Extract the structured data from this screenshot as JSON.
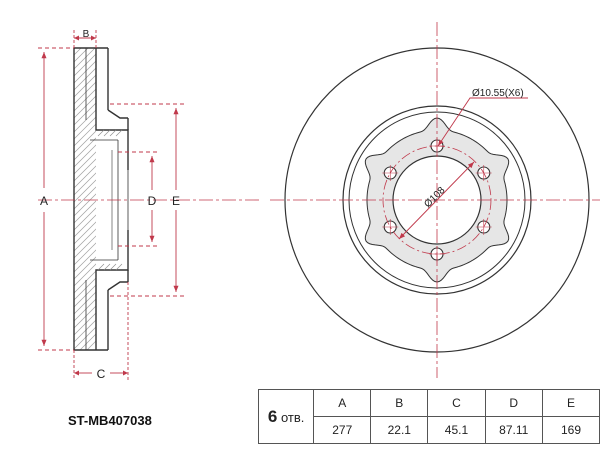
{
  "part_number": "ST-MB407038",
  "dimension_labels": {
    "a": "A",
    "b": "B",
    "c": "C",
    "d": "D",
    "e": "E",
    "bolt_hole": "Ø10.55(X6)",
    "pcd": "Ø108"
  },
  "spec_table": {
    "holes_count": "6",
    "holes_unit": "отв.",
    "headers": [
      "A",
      "B",
      "C",
      "D",
      "E"
    ],
    "values": [
      "277",
      "22.1",
      "45.1",
      "87.11",
      "169"
    ]
  },
  "colors": {
    "dimension_lines": "#c0394b",
    "part_outline": "#333333",
    "hatch": "#8a8a8a"
  }
}
